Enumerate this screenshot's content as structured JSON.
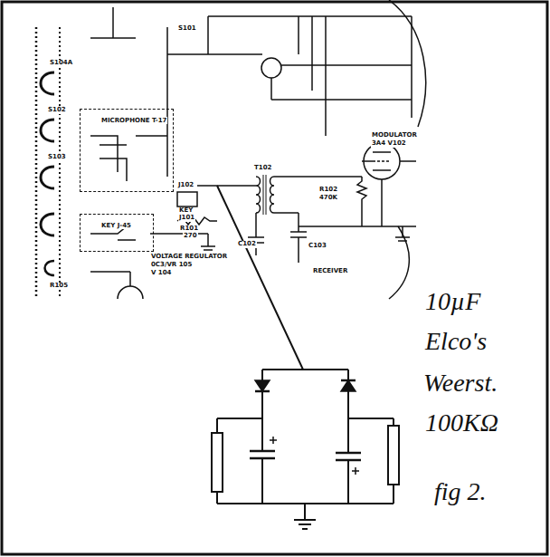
{
  "diagram": {
    "caption": "fig 2.",
    "nodes": [
      {
        "text": [
          "MICROPHONE T-17"
        ]
      },
      {
        "text": [
          "KEY J-45"
        ]
      }
    ],
    "labels": [
      "S101",
      "S104A",
      "S102",
      "S103",
      "J102",
      "KEY",
      "J101",
      "R101",
      "270",
      "C102",
      "T102",
      "MODULATOR",
      "3A4 V102",
      "R102",
      "470K",
      "C103",
      "RECEIVER",
      "VOLTAGE REGULATOR",
      "0C3/VR 105",
      "V 104",
      "R105",
      "10µF",
      "Elco's",
      "Weerst.",
      "100KΩ"
    ]
  }
}
